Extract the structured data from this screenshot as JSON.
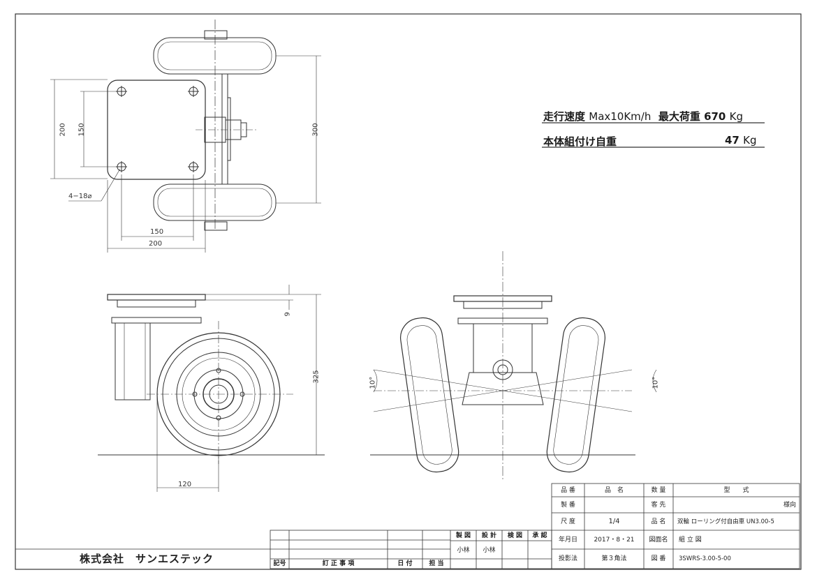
{
  "specs": {
    "speed_label": "走行速度",
    "speed_value": "Max10Km/h",
    "load_label": "最大荷重",
    "load_value": "670",
    "load_unit": "Kg",
    "weight_label": "本体組付け自重",
    "weight_value": "47",
    "weight_unit": "Kg"
  },
  "dimensions": {
    "d200_left": "200",
    "d150_left": "150",
    "d300": "300",
    "holes": "4−18⌀",
    "d150_bottom": "150",
    "d200_bottom": "200",
    "d9": "9",
    "d325": "325",
    "d120": "120",
    "angle_left": "10°",
    "angle_right": "10°"
  },
  "title_block": {
    "h_part_no": "品 番",
    "h_part_name": "品　名",
    "h_qty": "数 量",
    "h_model": "型　　式",
    "h_serial": "製 番",
    "h_customer": "客 先",
    "customer": "様向",
    "h_scale": "尺 度",
    "scale": "1/4",
    "h_name": "品 名",
    "name": "双輪 ローリング付自由車 UN3.00-5",
    "h_date": "年月日",
    "date": "2017・8・21",
    "h_drawing_name": "図面名",
    "drawing_name": "組 立 図",
    "h_projection": "投影法",
    "projection": "第３角法",
    "h_drawing_no": "図 番",
    "drawing_no": "3SWRS-3.00-5-00"
  },
  "approval": {
    "drawn": "製 図",
    "designed": "設 計",
    "checked": "検 図",
    "approved": "承 認",
    "drawn_by": "小林",
    "designed_by": "小林"
  },
  "revision": {
    "mark": "記号",
    "items": "訂 正 事 項",
    "date": "日 付",
    "person": "担 当"
  },
  "company": "株式会社　サンエステック"
}
